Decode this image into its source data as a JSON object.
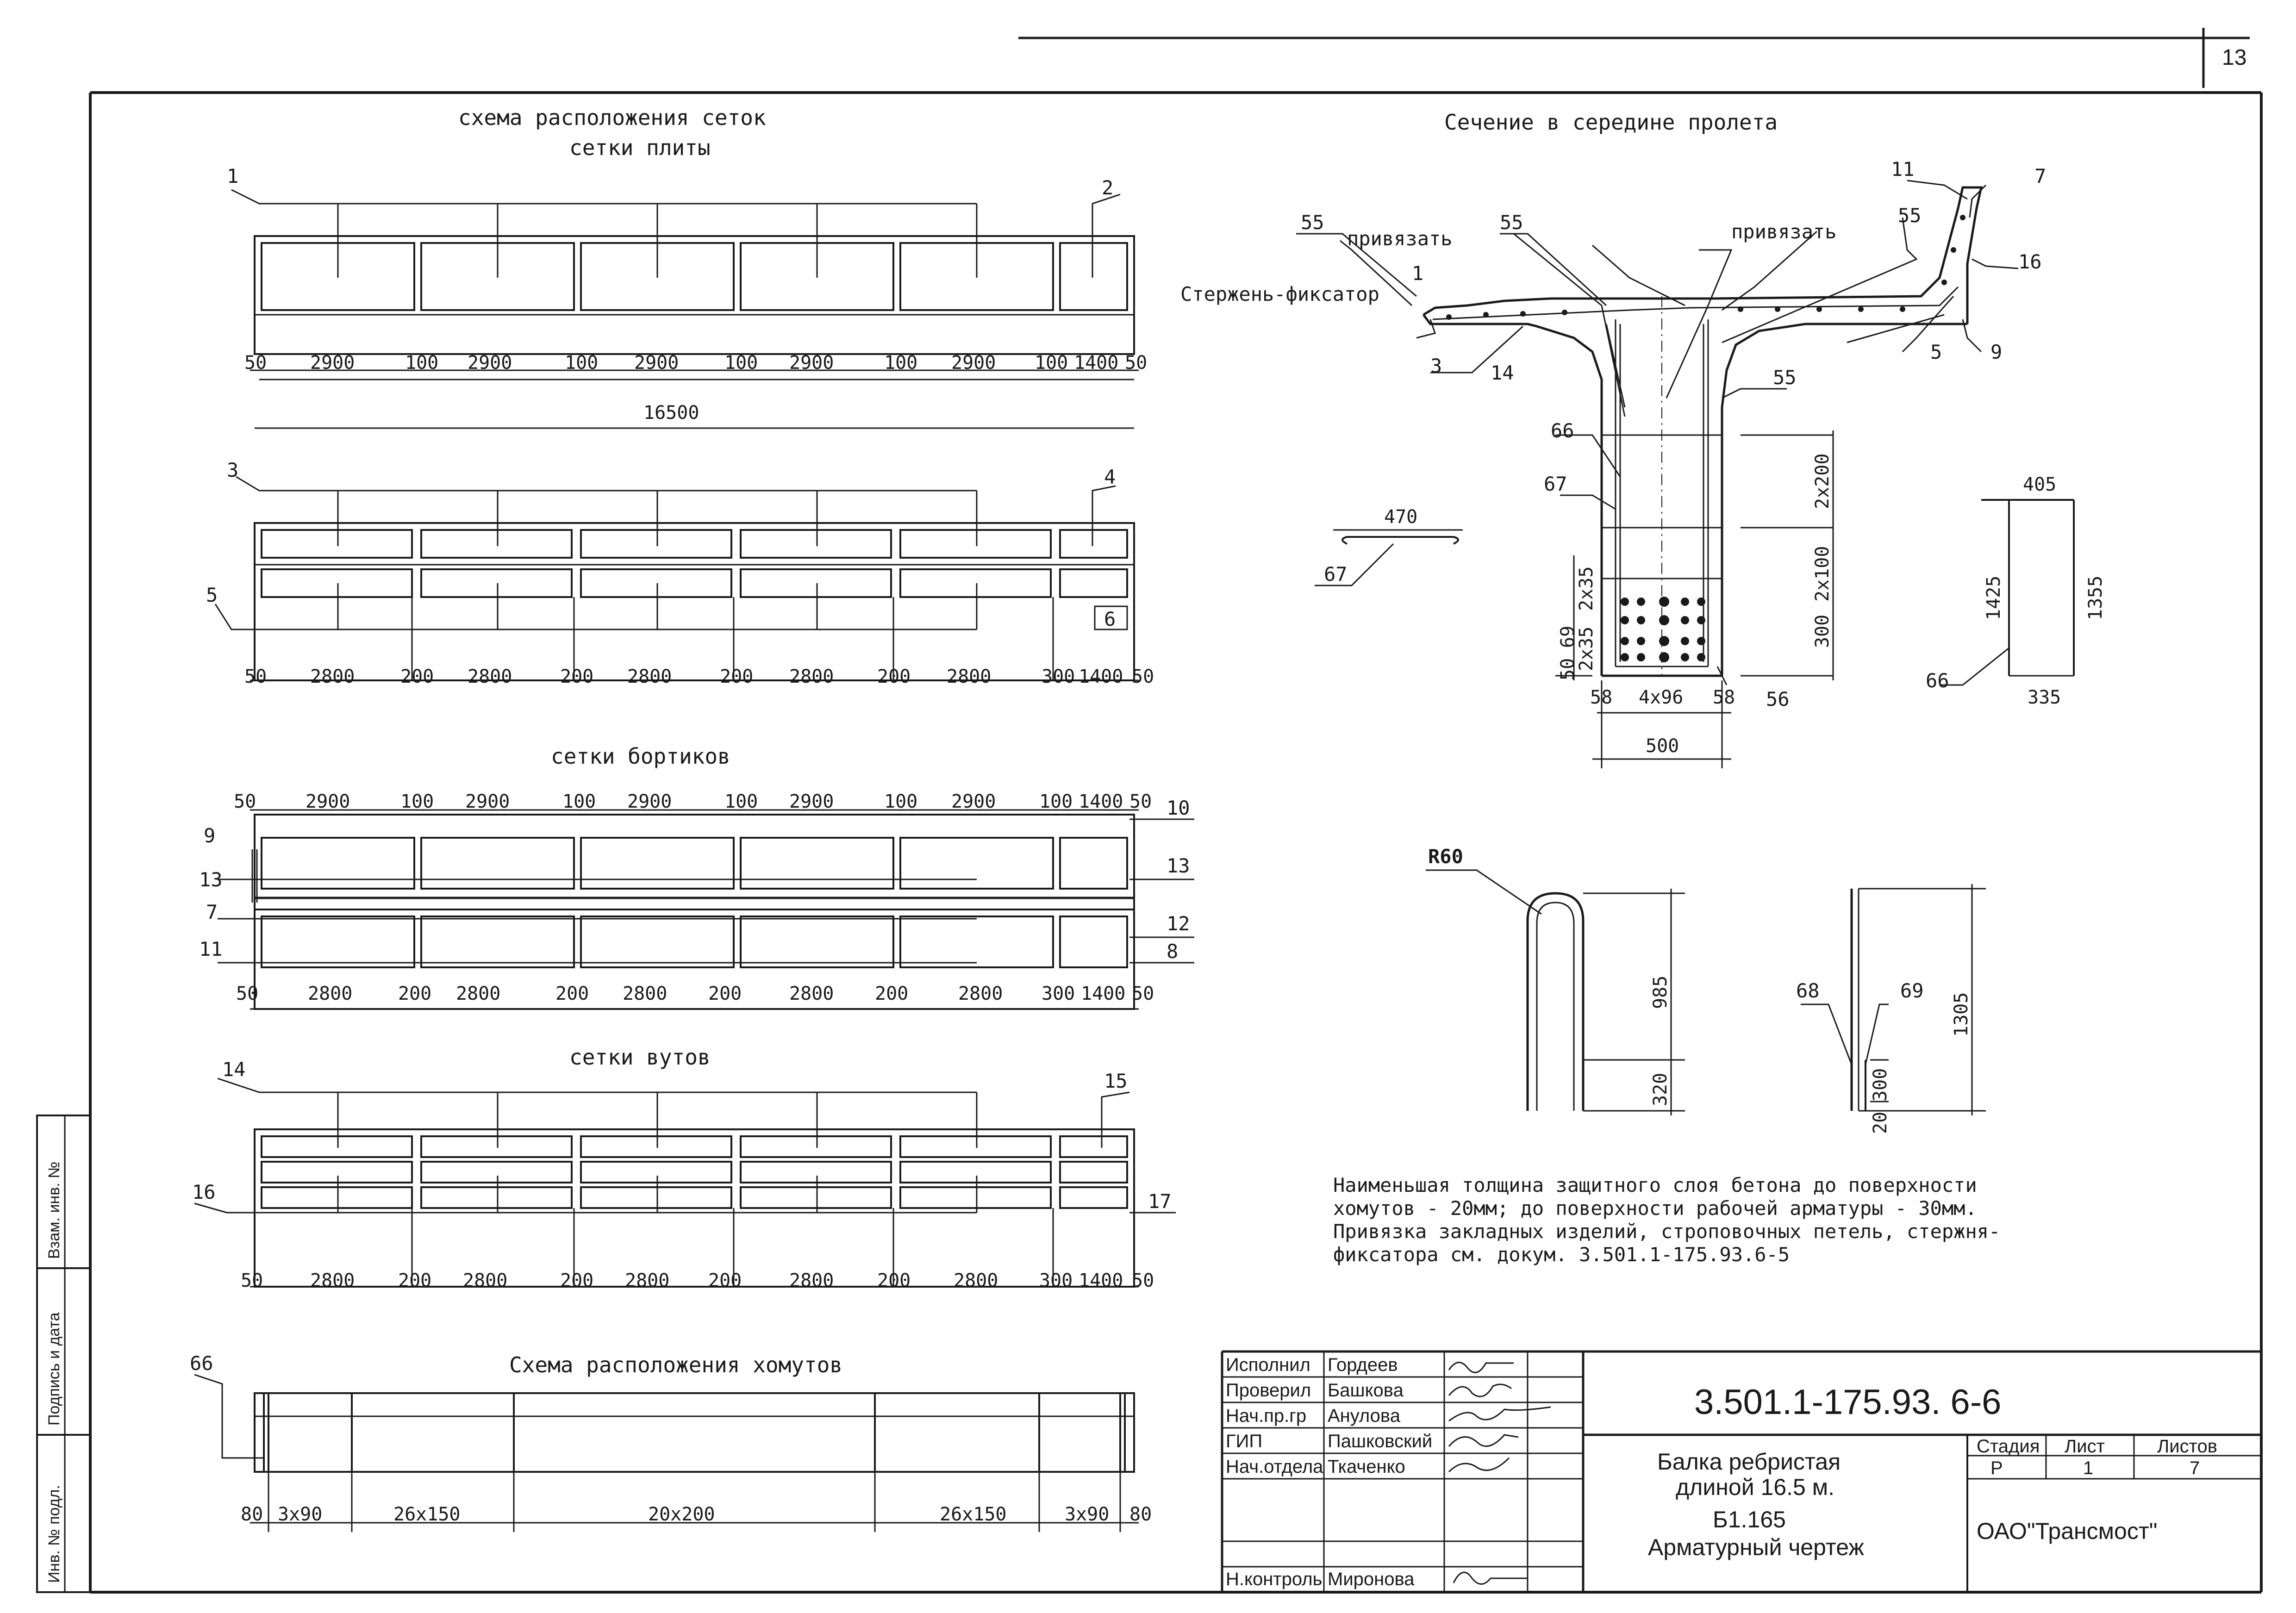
{
  "page_number": "13",
  "side_stamp": {
    "inv_dup": "Взам. инв. №",
    "sign_date": "Подпись и дата",
    "inv_orig": "Инв. № подл."
  },
  "mesh_scheme": {
    "title": "схема расположения сеток",
    "slab_subtitle": "сетки плиты",
    "side_subtitle": "сетки бортиков",
    "haunch_subtitle": "сетки вутов"
  },
  "panel1": {
    "callout_left": "1",
    "callout_right": "2",
    "dims": [
      "50",
      "2900",
      "100",
      "2900",
      "100",
      "2900",
      "100",
      "2900",
      "100",
      "2900",
      "100",
      "1400",
      "50"
    ],
    "total": "16500"
  },
  "panel2": {
    "callout_tl": "3",
    "callout_tr": "4",
    "callout_ml": "5",
    "callout_mr": "6",
    "dims": [
      "50",
      "2800",
      "200",
      "2800",
      "200",
      "2800",
      "200",
      "2800",
      "200",
      "2800",
      "300",
      "1400",
      "50"
    ]
  },
  "panel3": {
    "top_dims": [
      "50",
      "2900",
      "100",
      "2900",
      "100",
      "2900",
      "100",
      "2900",
      "100",
      "2900",
      "100",
      "1400",
      "50"
    ],
    "bottom_dims": [
      "50",
      "2800",
      "200",
      "2800",
      "200",
      "2800",
      "200",
      "2800",
      "200",
      "2800",
      "300",
      "1400",
      "50"
    ],
    "callouts_left": [
      "9",
      "13",
      "7",
      "11"
    ],
    "callouts_right": [
      "10",
      "13",
      "12",
      "8"
    ]
  },
  "panel4": {
    "callout_tl": "14",
    "callout_tr": "15",
    "callout_ml": "16",
    "callout_mr": "17",
    "dims": [
      "50",
      "2800",
      "200",
      "2800",
      "200",
      "2800",
      "200",
      "2800",
      "200",
      "2800",
      "300",
      "1400",
      "50"
    ]
  },
  "stirrups": {
    "title": "Схема расположения хомутов",
    "callout": "66",
    "dims": [
      "80",
      "3x90",
      "26x150",
      "20x200",
      "26x150",
      "3x90",
      "80"
    ]
  },
  "section": {
    "title": "Сечение в середине пролета",
    "privyazat_left": "привязать",
    "privyazat_right": "привязать",
    "fixator": "Стержень-фиксатор",
    "callouts": {
      "c1": "1",
      "c55a": "55",
      "c55b": "55",
      "c55c": "55",
      "c55d": "55",
      "c3": "3",
      "c14": "14",
      "c11": "11",
      "c7": "7",
      "c16": "16",
      "c5": "5",
      "c9": "9",
      "c66": "66",
      "c67": "67",
      "c56": "56"
    },
    "dims": {
      "d2x200": "2x200",
      "d2x100": "2x100",
      "d300": "300",
      "d2x35a": "2x35",
      "d2x35b": "2x35",
      "d69": "69",
      "d50": "50",
      "d58a": "58",
      "d4x96": "4x96",
      "d58b": "58",
      "d500": "500"
    }
  },
  "details": {
    "d67_len": "470",
    "d67_label": "67",
    "d66_top": "405",
    "d66_left": "1425",
    "d66_right": "1355",
    "d66_bottom": "335",
    "d66_label": "66",
    "loop_radius": "R60",
    "loop_height": "985",
    "loop_leg": "320",
    "bar68": "68",
    "bar69": "69",
    "bar_height": "1305",
    "bar_300": "300",
    "bar_20": "20"
  },
  "note": {
    "line1": "Наименьшая толщина защитного слоя бетона до поверхности",
    "line2": "хомутов - 20мм; до поверхности рабочей арматуры - 30мм.",
    "line3": "Привязка закладных изделий, строповочных петель, стержня-",
    "line4": "фиксатора см. докум. 3.501.1-175.93.6-5"
  },
  "title_block": {
    "rows": [
      {
        "role": "Исполнил",
        "name": "Гордеев"
      },
      {
        "role": "Проверил",
        "name": "Башкова"
      },
      {
        "role": "Нач.пр.гр",
        "name": "Анулова"
      },
      {
        "role": "ГИП",
        "name": "Пашковский"
      },
      {
        "role": "Нач.отдела",
        "name": "Ткаченко"
      },
      {
        "role": "Н.контроль",
        "name": "Миронова"
      }
    ],
    "doc_code": "3.501.1-175.93.   6-6",
    "description_1": "Балка ребристая",
    "description_2": "длиной 16.5 м.",
    "description_3": "Б1.165",
    "description_4": "Арматурный чертеж",
    "stage_header": "Стадия",
    "sheet_header": "Лист",
    "sheets_header": "Листов",
    "stage": "Р",
    "sheet": "1",
    "sheets": "7",
    "company": "ОАО\"Трансмост\""
  }
}
